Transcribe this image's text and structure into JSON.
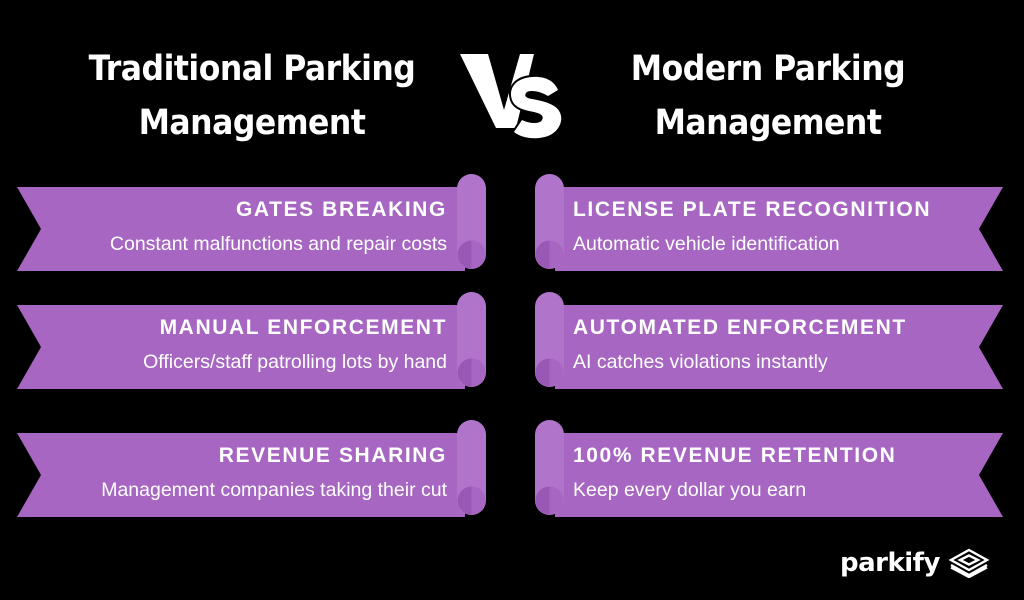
{
  "colors": {
    "background": "#000000",
    "ribbon": "#a666c1",
    "ribbon_curl": "#b174cb",
    "ribbon_curl_shadow": "#9a58b6",
    "text": "#ffffff"
  },
  "left_heading": {
    "line1": "Traditional Parking",
    "line2": "Management"
  },
  "vs_label": "VS",
  "right_heading": {
    "line1": "Modern Parking",
    "line2": "Management"
  },
  "traditional": [
    {
      "title": "GATES BREAKING",
      "desc": "Constant malfunctions and repair costs"
    },
    {
      "title": "MANUAL ENFORCEMENT",
      "desc": "Officers/staff patrolling lots by hand"
    },
    {
      "title": "REVENUE SHARING",
      "desc": "Management companies taking their cut"
    }
  ],
  "modern": [
    {
      "title": "LICENSE PLATE RECOGNITION",
      "desc": "Automatic vehicle identification"
    },
    {
      "title": "AUTOMATED ENFORCEMENT",
      "desc": "AI catches violations instantly"
    },
    {
      "title": "100% REVENUE RETENTION",
      "desc": "Keep every dollar you earn"
    }
  ],
  "brand": {
    "name": "parkify",
    "icon": "stacked-layers-icon"
  }
}
